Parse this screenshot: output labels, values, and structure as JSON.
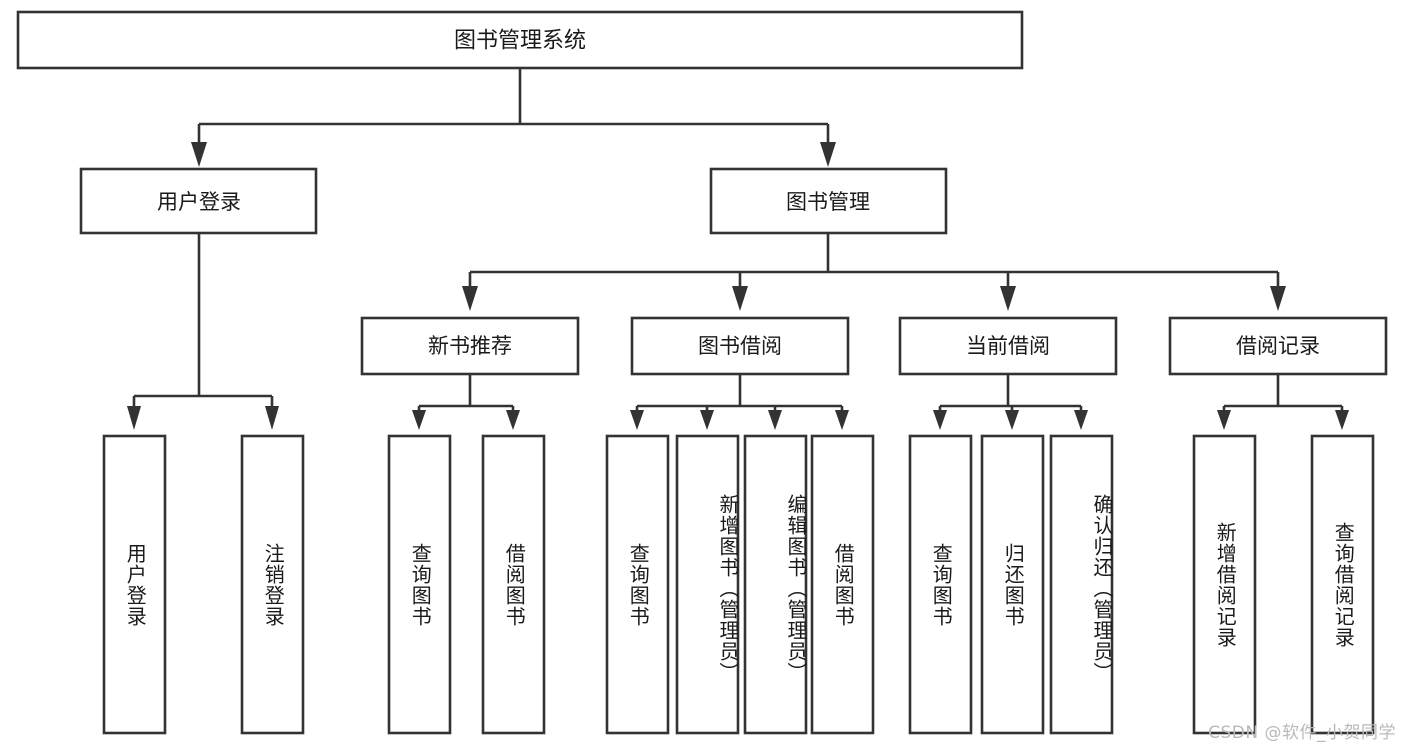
{
  "diagram": {
    "title": "图书管理系统",
    "type": "tree-hierarchy-chart",
    "root": {
      "id": "root",
      "label": "图书管理系统"
    },
    "level2": [
      {
        "id": "user-login",
        "label": "用户登录"
      },
      {
        "id": "book-manage",
        "label": "图书管理"
      }
    ],
    "level3": [
      {
        "id": "new-book-rec",
        "label": "新书推荐",
        "parent": "book-manage"
      },
      {
        "id": "book-borrow",
        "label": "图书借阅",
        "parent": "book-manage"
      },
      {
        "id": "current-borrow",
        "label": "当前借阅",
        "parent": "book-manage"
      },
      {
        "id": "borrow-record",
        "label": "借阅记录",
        "parent": "book-manage"
      }
    ],
    "leaves": [
      {
        "id": "leaf-user-login",
        "label": "用户登录",
        "parent": "user-login"
      },
      {
        "id": "leaf-logout-login",
        "label": "注销登录",
        "parent": "user-login"
      },
      {
        "id": "leaf-query-book-1",
        "label": "查询图书",
        "parent": "new-book-rec"
      },
      {
        "id": "leaf-borrow-book-1",
        "label": "借阅图书",
        "parent": "new-book-rec"
      },
      {
        "id": "leaf-query-book-2",
        "label": "查询图书",
        "parent": "book-borrow"
      },
      {
        "id": "leaf-add-book",
        "label": "新增图书（管理员）",
        "parent": "book-borrow"
      },
      {
        "id": "leaf-edit-book",
        "label": "编辑图书（管理员）",
        "parent": "book-borrow"
      },
      {
        "id": "leaf-borrow-book-2",
        "label": "借阅图书",
        "parent": "book-borrow"
      },
      {
        "id": "leaf-query-book-3",
        "label": "查询图书",
        "parent": "current-borrow"
      },
      {
        "id": "leaf-return-book",
        "label": "归还图书",
        "parent": "current-borrow"
      },
      {
        "id": "leaf-confirm-return",
        "label": "确认归还（管理员）",
        "parent": "current-borrow"
      },
      {
        "id": "leaf-add-record",
        "label": "新增借阅记录",
        "parent": "borrow-record"
      },
      {
        "id": "leaf-query-record",
        "label": "查询借阅记录",
        "parent": "borrow-record"
      }
    ],
    "colors": {
      "box_stroke": "#333333",
      "box_fill": "#ffffff",
      "connector": "#333333",
      "text": "#1a1a1a",
      "background": "#ffffff",
      "watermark": "#b9b9b9"
    }
  },
  "watermark": {
    "text": "CSDN @软件_小贺同学"
  }
}
